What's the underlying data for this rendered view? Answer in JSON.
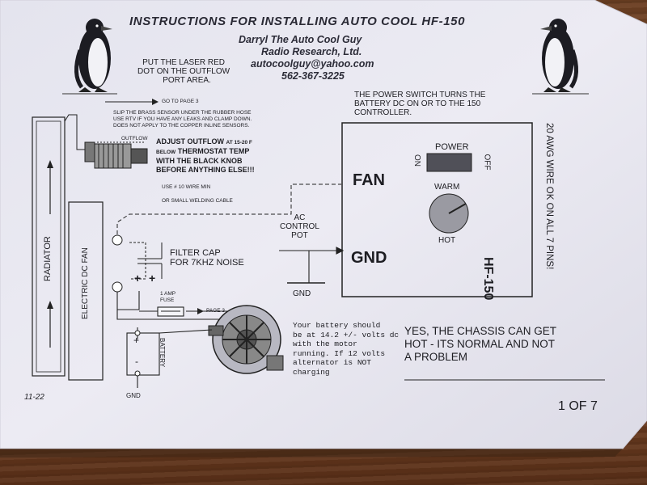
{
  "title": "INSTRUCTIONS FOR INSTALLING AUTO COOL HF-150",
  "contact": {
    "name": "Darryl The Auto Cool Guy",
    "company": "Radio Research, Ltd.",
    "email": "autocoolguy@yahoo.com",
    "phone": "562-367-3225"
  },
  "notes": {
    "laser_dot": [
      "PUT THE LASER RED",
      "DOT ON THE OUTFLOW",
      "PORT AREA."
    ],
    "go_to_page": "GO TO PAGE 3",
    "sensor": [
      "SLIP THE BRASS SENSOR UNDER THE RUBBER HOSE",
      "USE RTV IF YOU HAVE ANY LEAKS AND CLAMP DOWN.",
      "DOES NOT APPLY TO THE COPPER INLINE SENSORS."
    ],
    "power_switch": [
      "THE POWER SWITCH TURNS THE",
      "BATTERY DC ON OR TO THE 150",
      "CONTROLLER."
    ],
    "adjust": [
      "ADJUST OUTFLOW",
      "AT 15-20 F",
      "BELOW",
      "THERMOSTAT TEMP",
      "WITH THE BLACK KNOB",
      "BEFORE ANYTHING ELSE!!!"
    ],
    "wire": [
      "USE # 10 WIRE MIN",
      "OR SMALL WELDING CABLE"
    ],
    "filter_cap": [
      "FILTER CAP",
      "FOR 7KHZ NOISE"
    ],
    "fuse": [
      "1 AMP",
      "FUSE"
    ],
    "page3": "PAGE 3",
    "battery_note": [
      "Your battery should",
      "be at 14.2 +/- volts dc",
      "with the motor",
      "running.  If 12 volts",
      "alternator is NOT",
      "charging"
    ],
    "chassis": [
      "YES, THE CHASSIS CAN GET",
      "HOT - ITS NORMAL AND NOT",
      "A PROBLEM"
    ],
    "side_wire": "20 AWG WIRE OK ON ALL 7 PINS!",
    "ac_pot": [
      "AC",
      "CONTROL",
      "POT"
    ]
  },
  "labels": {
    "outflow": "OUTFLOW",
    "radiator": "RADIATOR",
    "electric_fan": "ELECTRIC DC FAN",
    "fan": "FAN",
    "gnd": "GND",
    "gnd_small": "GND",
    "power": "POWER",
    "on": "ON",
    "off": "OFF",
    "warm": "WARM",
    "hot": "HOT",
    "model": "HF-150",
    "battery": "BATTERY",
    "plus": "+",
    "minus": "-"
  },
  "footer": {
    "date": "11-22",
    "page": "1 OF 7"
  },
  "colors": {
    "paper": "#eceaf2",
    "ink": "#1d1d22",
    "wood": "#7a4628"
  }
}
